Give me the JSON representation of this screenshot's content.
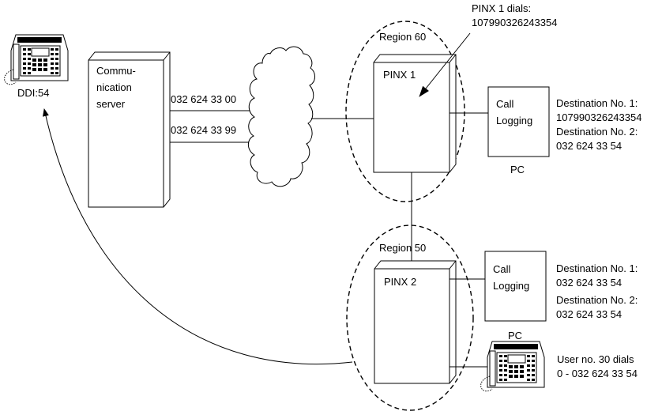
{
  "phone_left": {
    "label": "DDI:54"
  },
  "comm_server": {
    "label_line1": "Commu-",
    "label_line2": "nication",
    "label_line3": "server"
  },
  "numbers": {
    "upper": "032 624 33 00",
    "lower": "032 624 33 99"
  },
  "region_60": {
    "label": "Region 60",
    "pinx_label": "PINX 1"
  },
  "region_50": {
    "label": "Region 50",
    "pinx_label": "PINX 2"
  },
  "pinx1_dials": {
    "line1": "PINX 1 dials:",
    "line2": "107990326243354"
  },
  "call_logging_1": {
    "line1": "Call",
    "line2": "Logging",
    "pc_label": "PC"
  },
  "call_logging_2": {
    "line1": "Call",
    "line2": "Logging",
    "pc_label": "PC"
  },
  "destinations_1": {
    "dest1_label": "Destination No. 1:",
    "dest1_value": "107990326243354",
    "dest2_label": "Destination No. 2:",
    "dest2_value": "032 624 33 54"
  },
  "destinations_2": {
    "dest1_label": "Destination No. 1:",
    "dest1_value": "032 624 33 54",
    "dest2_label": "Destination No. 2:",
    "dest2_value": "032 624 33 54"
  },
  "user_dials": {
    "line1": "User no. 30 dials",
    "line2": "0 - 032 624 33 54"
  },
  "icons": {
    "phone": "telephone-icon",
    "cloud": "network-cloud-icon",
    "server": "server-box-icon"
  }
}
